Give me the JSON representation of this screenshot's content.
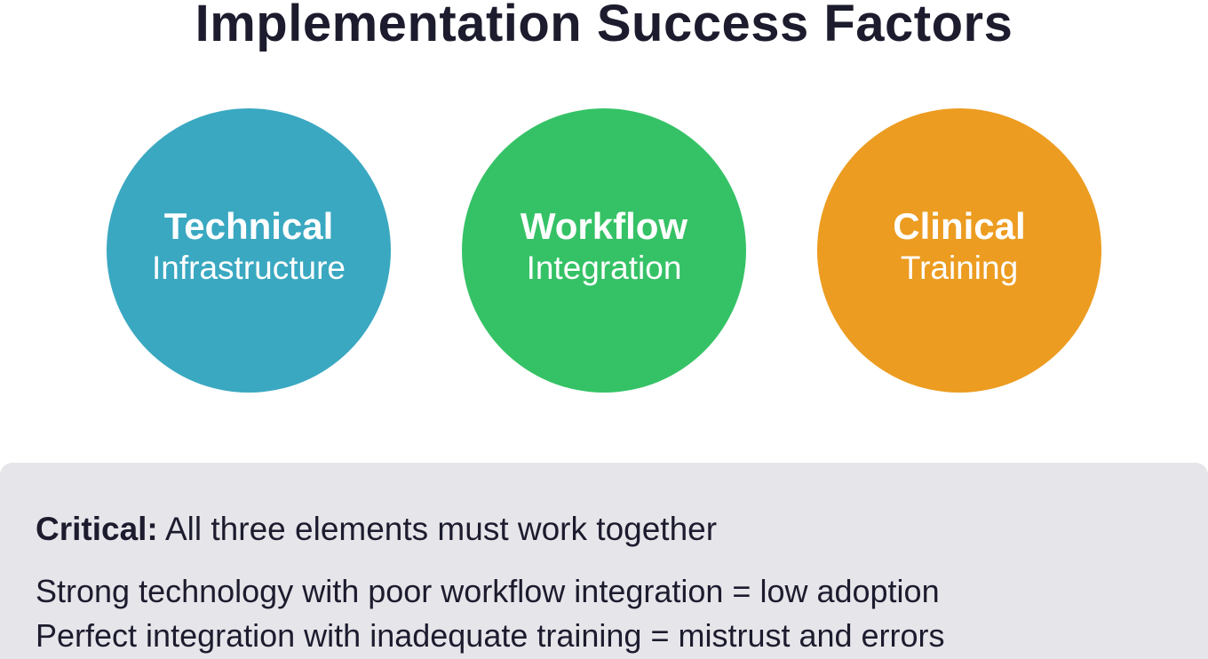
{
  "title": "Implementation Success Factors",
  "factors": [
    {
      "main": "Technical",
      "sub": "Infrastructure",
      "color": "#3aa8c1"
    },
    {
      "main": "Workflow",
      "sub": "Integration",
      "color": "#35c266"
    },
    {
      "main": "Clinical",
      "sub": "Training",
      "color": "#ec9c20"
    }
  ],
  "note": {
    "lead_bold": "Critical:",
    "lead_text": " All three elements must work together",
    "lines": [
      "Strong technology with poor workflow integration = low adoption",
      "Perfect integration with inadequate training = mistrust and errors"
    ],
    "background": "#e6e5ea"
  }
}
